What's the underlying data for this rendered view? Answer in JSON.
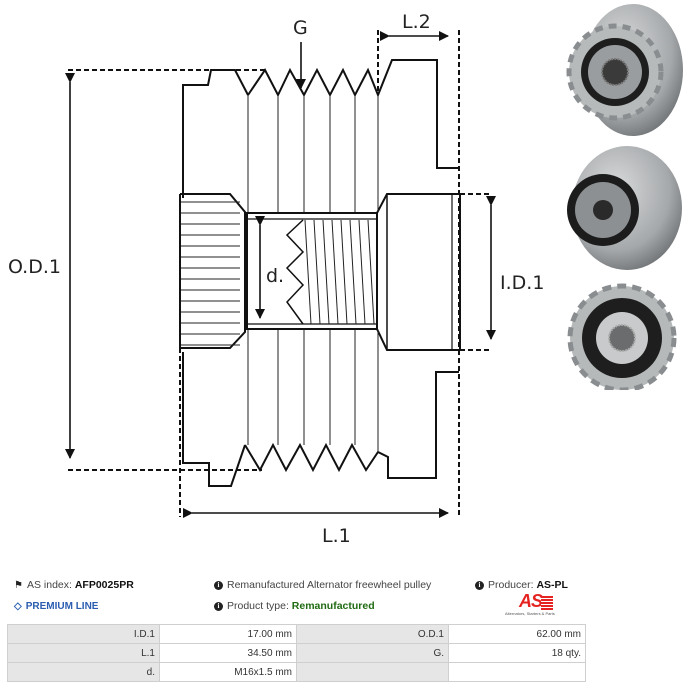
{
  "drawing": {
    "labels": {
      "groove": "G",
      "l2": "L.2",
      "od1": "O.D.1",
      "id1": "I.D.1",
      "d": "d.",
      "l1": "L.1"
    }
  },
  "photos": [
    {
      "name": "pulley-view-angled-front"
    },
    {
      "name": "pulley-view-back"
    },
    {
      "name": "pulley-view-front"
    }
  ],
  "info": {
    "as_index_label": "AS index:",
    "as_index_value": "AFP0025PR",
    "premium_line": "PREMIUM LINE",
    "description": "Remanufactured Alternator freewheel pulley",
    "product_type_label": "Product type:",
    "product_type_value": "Remanufactured",
    "producer_label": "Producer:",
    "producer_value": "AS-PL",
    "logo_text": "AS",
    "logo_tagline": "Alternators, Starters & Parts"
  },
  "colors": {
    "premium": "#2a5db0",
    "product_type": "#1f6b12",
    "logo_red": "#e52421"
  },
  "specs": {
    "rows": [
      {
        "label1": "I.D.1",
        "value1": "17.00 mm",
        "label2": "O.D.1",
        "value2": "62.00 mm"
      },
      {
        "label1": "L.1",
        "value1": "34.50 mm",
        "label2": "G.",
        "value2": "18 qty."
      },
      {
        "label1": "d.",
        "value1": "M16x1.5 mm",
        "label2": "",
        "value2": ""
      }
    ]
  }
}
